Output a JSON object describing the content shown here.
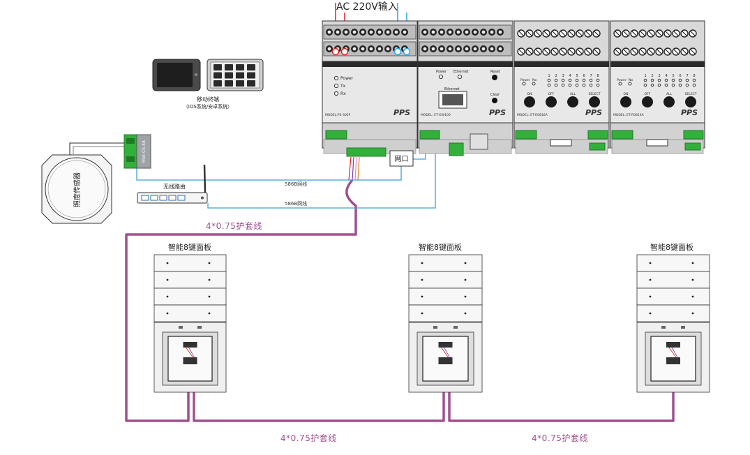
{
  "power_input": {
    "label": "AC 220V输入",
    "line_markers": [
      "L",
      "L"
    ],
    "neutral_markers": [
      "N",
      "N"
    ]
  },
  "mobile_terminal": {
    "label": "移动终端",
    "sublabel": "（IOS系统/安卓系统）"
  },
  "light_sensor": {
    "label": "照度传感器",
    "terminal_label": "RS0-CS-4A"
  },
  "wireless_router": {
    "label": "无线路由"
  },
  "network_port": {
    "label": "网口"
  },
  "cables": {
    "network_1": "586B网线",
    "network_2": "586B网线",
    "bus_top": "4*0.75护套线",
    "bus_bottom_left": "4*0.75护套线",
    "bus_bottom_right": "4*0.75护套线"
  },
  "modules": [
    {
      "name": "power",
      "leds": [
        "Power",
        "Tx",
        "Rx"
      ],
      "model": "MODEL:PS-302P",
      "brand": "PPS"
    },
    {
      "name": "gateway",
      "leds": [
        "Power",
        "Ethernet"
      ],
      "buttons": [
        "Reset",
        "Clear"
      ],
      "port_label": "Ethernet",
      "model": "MODEL: ET-GW100",
      "brand": "PPS"
    },
    {
      "name": "relay-1",
      "power_label": "Power",
      "no_label": "No",
      "channels": [
        "1",
        "2",
        "3",
        "4",
        "5",
        "6",
        "7",
        "8"
      ],
      "buttons": [
        "ON",
        "OFF",
        "ALL",
        "SELECT"
      ],
      "model": "MODEL: ET-R0816A",
      "brand": "PPS"
    },
    {
      "name": "relay-2",
      "power_label": "Power",
      "no_label": "No",
      "channels": [
        "1",
        "2",
        "3",
        "4",
        "5",
        "6",
        "7",
        "8"
      ],
      "buttons": [
        "ON",
        "OFF",
        "ALL",
        "SELECT"
      ],
      "model": "MODEL: ET-R0816A",
      "brand": "PPS"
    }
  ],
  "panels": [
    {
      "title": "智能8键面板"
    },
    {
      "title": "智能8键面板"
    },
    {
      "title": "智能8键面板"
    }
  ],
  "colors": {
    "bus_cable": "#a0508f",
    "network_cable": "#3aa0d8",
    "live_wire": "#e02020",
    "neutral_wire": "#2aa4e0",
    "terminal_green": "#33b03c",
    "module_body": "#e8e8e8"
  }
}
